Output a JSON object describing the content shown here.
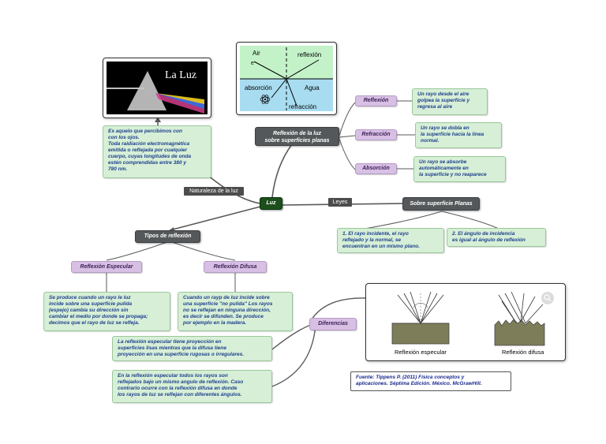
{
  "root": "Luz",
  "link_labels": {
    "naturaleza": "Naturaleza de la luz",
    "leyes": "Leyes"
  },
  "la_luz_image": {
    "title": "La Luz"
  },
  "naturaleza_text": "Es aquelo que percibimos con\ncon los ojos.\nToda raidiación electromagnética\nemitida o reflejada por cualquier\ncuerpo, cuyas longitudes de onda\nestén comprendidas entre 380  y\n780 nm.",
  "refraction_diagram": {
    "labels": {
      "aire": "Air",
      "e": "e",
      "reflexion": "reflexión",
      "absorcion": "absorción",
      "agua": "Agua",
      "refraccion": "refracción"
    },
    "colors": {
      "air": "#c3f2c8",
      "water": "#a8dcf0"
    }
  },
  "superficies": {
    "title": "Reflexión de la luz\nsobre superficies planas",
    "items": [
      {
        "label": "Reflexión",
        "text": "Un rayo desde el aire\ngolpea la superficie y\nregresa al aire"
      },
      {
        "label": "Refracción",
        "text": "Un rayo se dobla en\nla superficie hacia la línea\nnormal."
      },
      {
        "label": "Absorción",
        "text": "Un rayo se absorbe\nautomáticamente en\nla superficie y no reaparece"
      }
    ]
  },
  "leyes": {
    "title": "Sobre superficie Planas",
    "laws": [
      "1. El rayo incidente, el rayo\nreflejado y la normal, se\nencuentran en un mismo plano.",
      "2. El ángulo de incidencia\nes igual al ángulo de reflexión"
    ]
  },
  "tipos": {
    "title": "Tipos de reflexión",
    "especular": {
      "label": "Reflexión Especular",
      "text": "Se produce cuando un rayo le luz\nincide sobre una superficie pulida\n(espejo) cambia su dirección sin\ncambiar el medio por donde se propaga;\ndecimos que el rayo de luz se refleja."
    },
    "difusa": {
      "label": "Reflexión Difusa",
      "text": "Cuando un rayp de luz incide sobre\nuna superficie \"no pulida\" Los rayos\nno se reflejan en ninguna dirección,\nes decir se difunden. Se produce\npor ejemplo en la madera."
    }
  },
  "diferencias": {
    "label": "Diferencias",
    "items": [
      "La reflexión especular tiene proyección en\nsuperficies lisas mientras que la difusa tiene\nproyección en una superficie rugosas o irregulares.",
      "En la reflexión especular todos los rayos son\nreflejados bajo un mismo angulo de reflexión. Caso\ncontrario ocurre con la reflexión difusa en donde\nlos rayos de luz se reflejan con diferentes ángulos."
    ],
    "image_labels": {
      "especular": "Reflexión especular",
      "difusa": "Reflexión difusa"
    }
  },
  "fuente": "Fuente: Tippens P. (2011) Física conceptos y\naplicaciones. Séptima Edición. México. McGrawHill.",
  "colors": {
    "dark_node": "#55585a",
    "root": "#1c4f1c",
    "pink": "#d8bfe4",
    "green": "#d6efd6",
    "text_blue": "#1f3f8f"
  }
}
